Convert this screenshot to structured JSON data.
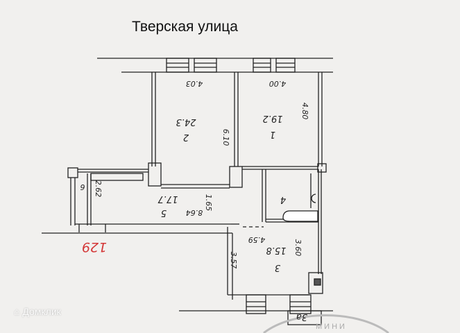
{
  "title": "Тверская улица",
  "watermark": "Домклик",
  "stamp_text": "МИНИ",
  "total_area_note": "129",
  "rooms": [
    {
      "id": "1",
      "area": "19.2",
      "dims": [
        "4.00",
        "4.80"
      ]
    },
    {
      "id": "2",
      "area": "24.3",
      "dims": [
        "4.03",
        "6.10"
      ]
    },
    {
      "id": "3",
      "area": "15.8",
      "dims": [
        "4.59",
        "3.57",
        "3.60"
      ]
    },
    {
      "id": "4"
    },
    {
      "id": "5",
      "area": "17.7",
      "dims": [
        "8.64",
        "1.65"
      ]
    },
    {
      "id": "6",
      "dims": [
        "2.62"
      ]
    },
    {
      "id": "3a"
    }
  ]
}
